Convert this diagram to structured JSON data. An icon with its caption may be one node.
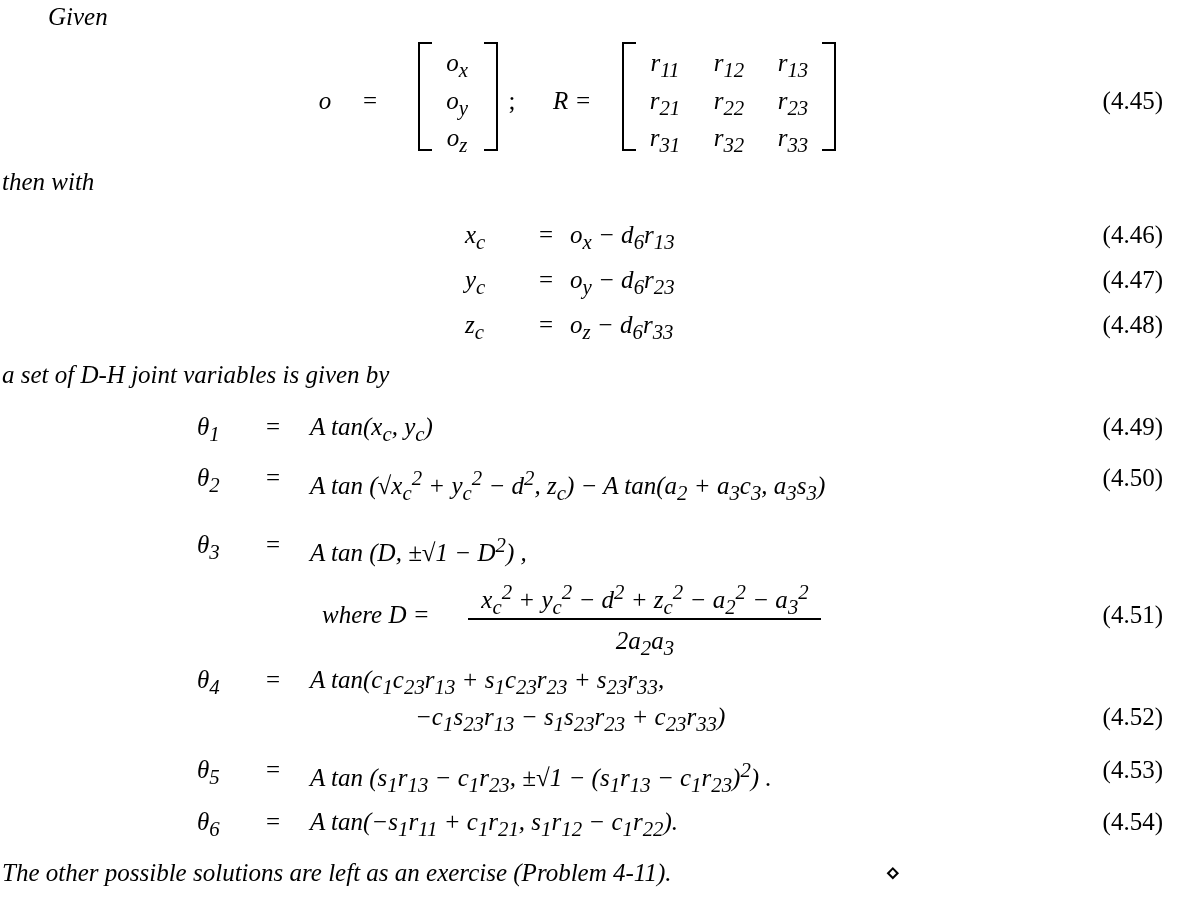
{
  "diagram": {
    "labels": [
      "Given",
      "o",
      "=",
      "o$_{x}$",
      "o$_{y}$",
      "o$_{z}$",
      ";",
      "R =",
      "r$_{11}$",
      "r$_{12}$",
      "r$_{13}$",
      "r$_{21}$",
      "r$_{22}$",
      "r$_{23}$",
      "r$_{31}$",
      "r$_{32}$",
      "r$_{33}$",
      "(4.45)",
      "then with",
      "x$_{c}$",
      "=",
      "o$_{x}$ − d$_{6}$r$_{13}$",
      "(4.46)",
      "y$_{c}$",
      "=",
      "o$_{y}$ − d$_{6}$r$_{23}$",
      "(4.47)",
      "z$_{c}$",
      "=",
      "o$_{z}$ − d$_{6}$r$_{33}$",
      "(4.48)",
      "a set of D-H joint variables is given by",
      "θ$_{1}$",
      "=",
      "A tan(x$_{c}$, y$_{c}$)",
      "(4.49)",
      "θ$_{2}$",
      "=",
      "A tan (√x$_{c}$$^{2}$ + y$_{c}$$^{2}$ − d$^{2}$, z$_{c}$) − A tan(a$_{2}$ + a$_{3}$c$_{3}$, a$_{3}$s$_{3}$)",
      "(4.50)",
      "θ$_{3}$",
      "=",
      "A tan (D, ±√1 − D$^{2}$) ,",
      "where D =",
      "x$_{c}$$^{2}$ + y$_{c}$$^{2}$ − d$^{2}$ + z$_{c}$$^{2}$ − a$_{2}$$^{2}$ − a$_{3}$$^{2}$",
      "2a$_{2}$a$_{3}$",
      "(4.51)",
      "θ$_{4}$",
      "=",
      "A tan(c$_{1}$c$_{23}$r$_{13}$ + s$_{1}$c$_{23}$r$_{23}$ + s$_{23}$r$_{33}$,",
      "−c$_{1}$s$_{23}$r$_{13}$ − s$_{1}$s$_{23}$r$_{23}$ + c$_{23}$r$_{33}$)",
      "(4.52)",
      "θ$_{5}$",
      "=",
      "A tan (s$_{1}$r$_{13}$ − c$_{1}$r$_{23}$, ±√1 − (s$_{1}$r$_{13}$ − c$_{1}$r$_{23}$)$^{2}$) .",
      "(4.53)",
      "θ$_{6}$",
      "=",
      "A tan(−s$_{1}$r$_{11}$ + c$_{1}$r$_{21}$, s$_{1}$r$_{12}$ − c$_{1}$r$_{22}$).",
      "(4.54)",
      "The other possible solutions are left as an exercise (Problem 4-11).",
      "⋄"
    ]
  }
}
